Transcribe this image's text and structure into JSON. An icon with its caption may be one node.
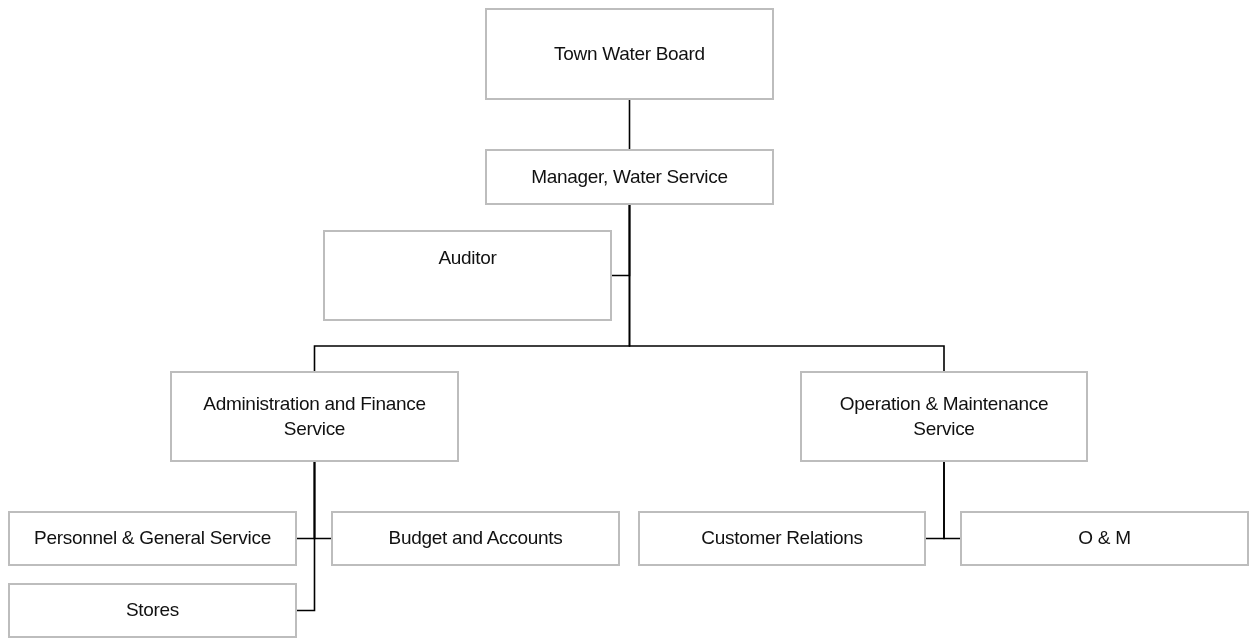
{
  "diagram": {
    "nodes": [
      {
        "text": [
          "Town Water Board"
        ]
      },
      {
        "text": [
          "Manager, Water Service"
        ]
      },
      {
        "text": [
          "Auditor"
        ]
      },
      {
        "text": [
          "Administration and Finance Service"
        ]
      },
      {
        "text": [
          "Operation & Maintenance Service"
        ]
      },
      {
        "text": [
          "Personnel & General Service"
        ]
      },
      {
        "text": [
          "Budget and Accounts"
        ]
      },
      {
        "text": [
          "Customer Relations"
        ]
      },
      {
        "text": [
          "O & M"
        ]
      },
      {
        "text": [
          "Stores"
        ]
      }
    ],
    "edges": [
      {
        "from": 0,
        "to": 1,
        "arrow": "none"
      },
      {
        "from": 1,
        "to": 2,
        "arrow": "none"
      },
      {
        "from": 1,
        "to": 3,
        "arrow": "none"
      },
      {
        "from": 1,
        "to": 4,
        "arrow": "none"
      },
      {
        "from": 3,
        "to": 5,
        "arrow": "none"
      },
      {
        "from": 3,
        "to": 6,
        "arrow": "none"
      },
      {
        "from": 3,
        "to": 9,
        "arrow": "none"
      },
      {
        "from": 4,
        "to": 7,
        "arrow": "none"
      },
      {
        "from": 4,
        "to": 8,
        "arrow": "none"
      }
    ]
  }
}
